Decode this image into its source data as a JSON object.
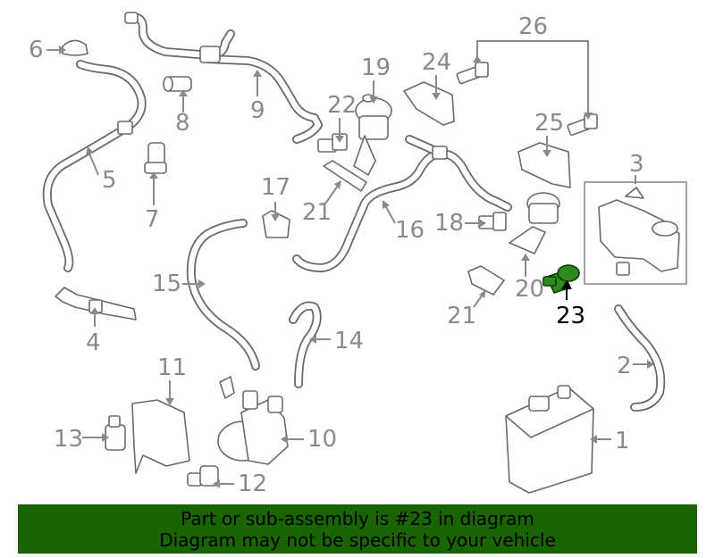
{
  "callouts": {
    "c1": "1",
    "c2": "2",
    "c3": "3",
    "c4": "4",
    "c5": "5",
    "c6": "6",
    "c7": "7",
    "c8": "8",
    "c9": "9",
    "c10": "10",
    "c11": "11",
    "c12": "12",
    "c13": "13",
    "c14": "14",
    "c15": "15",
    "c16": "16",
    "c17": "17",
    "c18": "18",
    "c19": "19",
    "c20": "20",
    "c21a": "21",
    "c21b": "21",
    "c22": "22",
    "c23": "23",
    "c24": "24",
    "c25": "25",
    "c26": "26"
  },
  "highlight": {
    "part_number": "23",
    "color": "#2f8a1e"
  },
  "banner": {
    "line1": "Part or sub-assembly is #23 in diagram",
    "line2": "Diagram may not be specific to your vehicle",
    "background": "#1a6400"
  }
}
